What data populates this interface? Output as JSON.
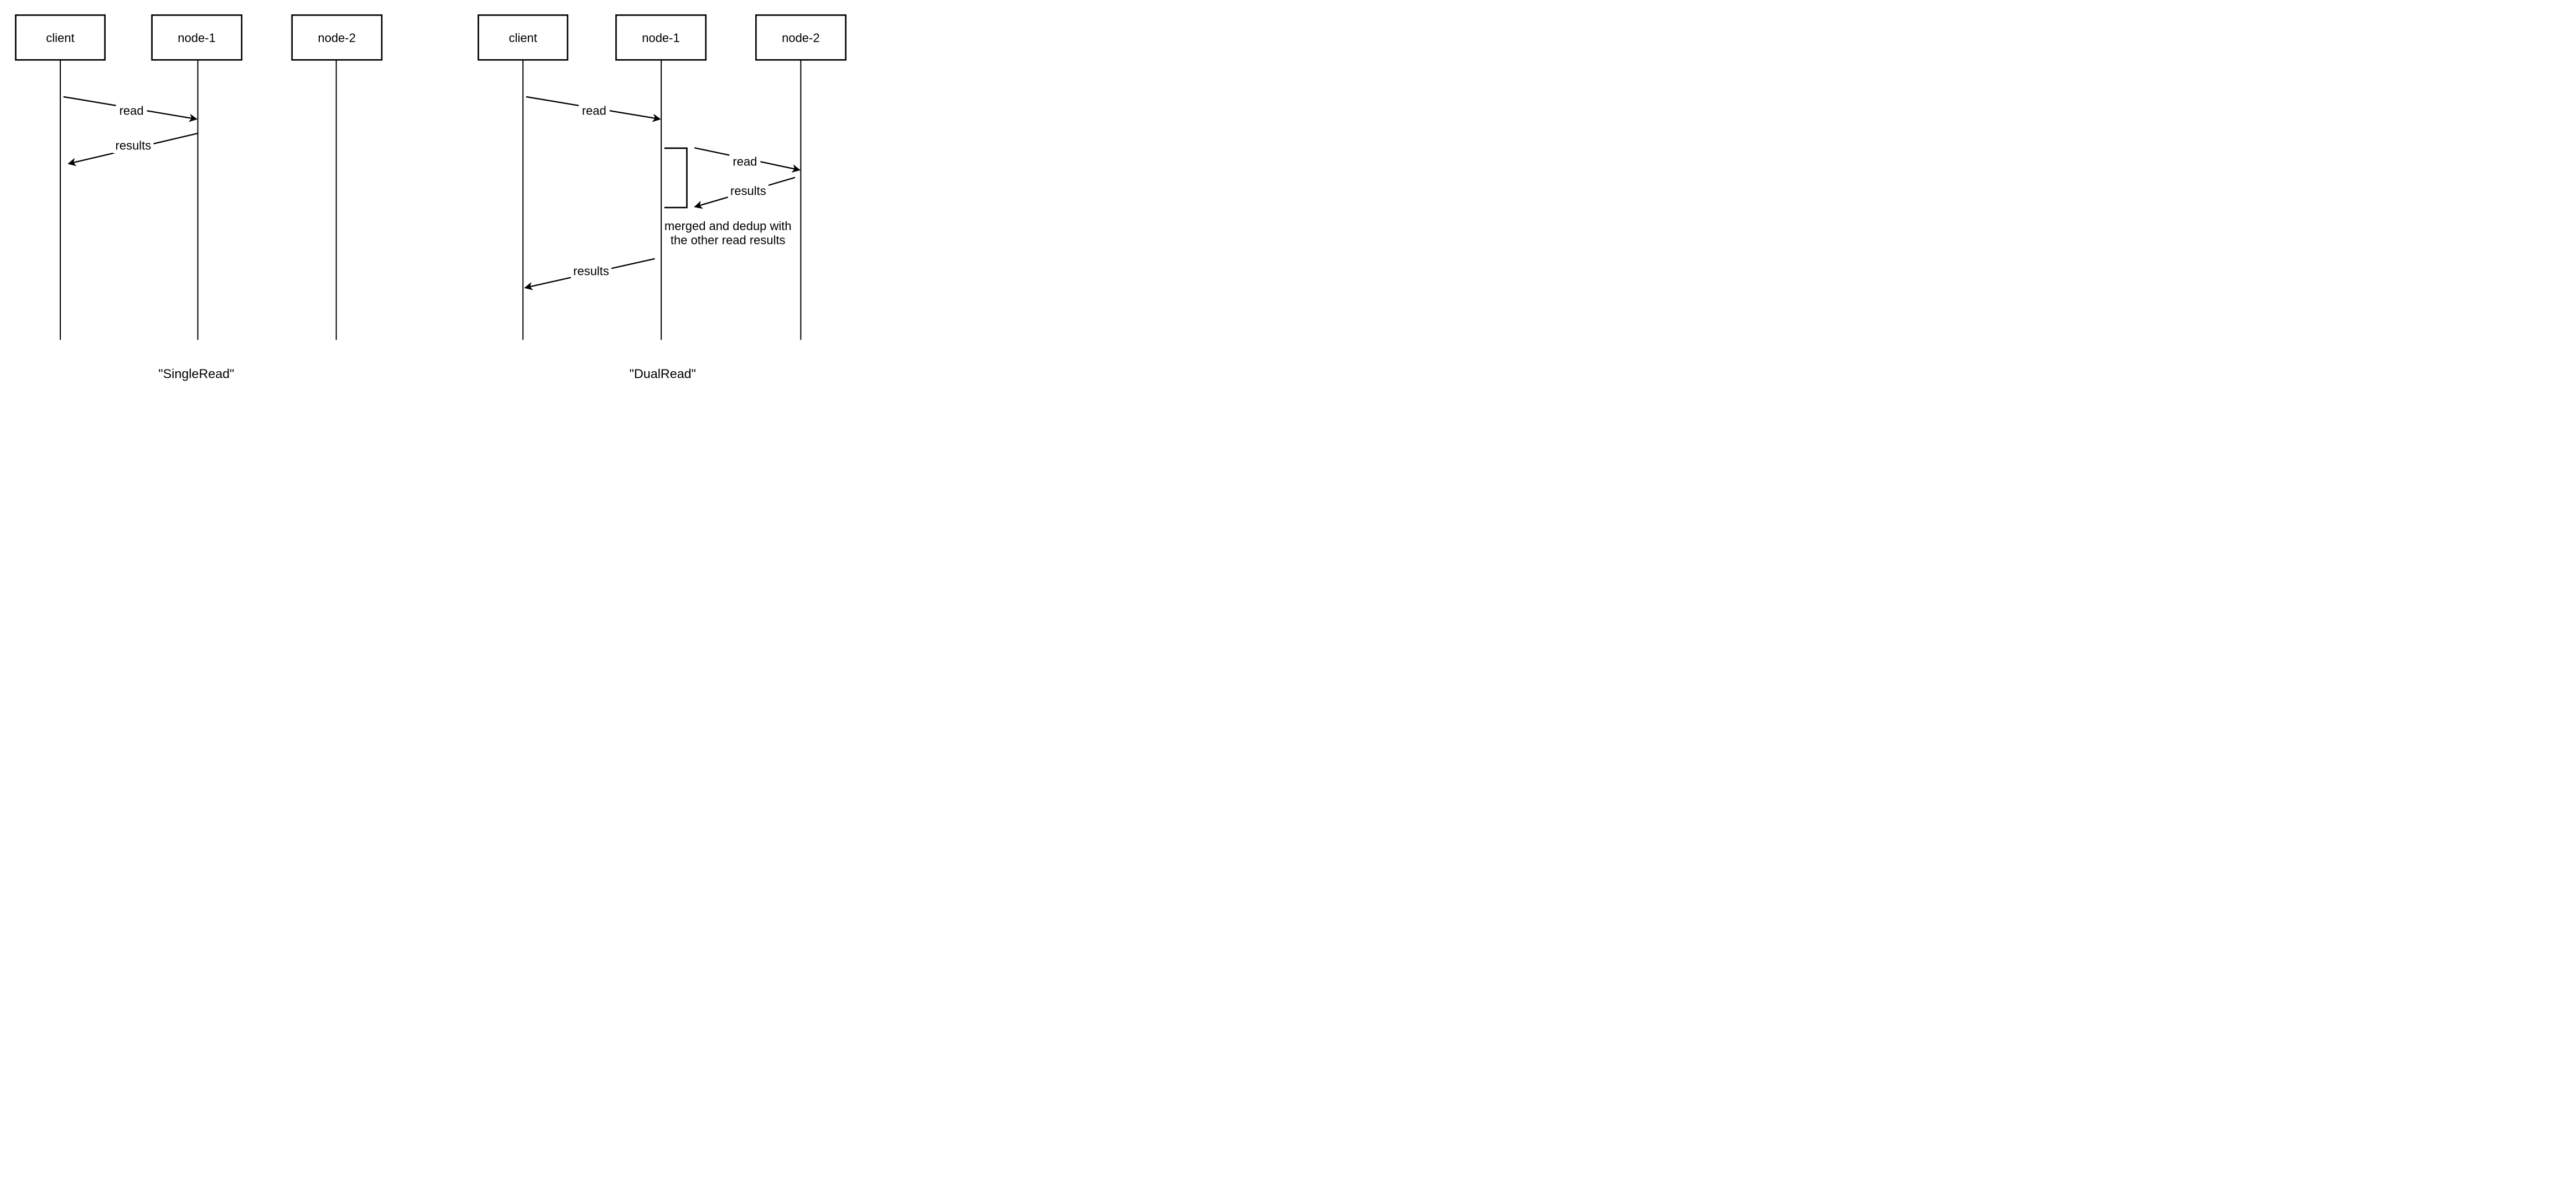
{
  "colors": {
    "line": "#000000",
    "background": "#ffffff"
  },
  "diagrams": [
    {
      "caption": "\"SingleRead\"",
      "actors": [
        {
          "label": "client"
        },
        {
          "label": "node-1"
        },
        {
          "label": "node-2"
        }
      ],
      "messages": [
        {
          "label": "read",
          "from": "client",
          "to": "node-1"
        },
        {
          "label": "results",
          "from": "node-1",
          "to": "client"
        }
      ]
    },
    {
      "caption": "\"DualRead\"",
      "actors": [
        {
          "label": "client"
        },
        {
          "label": "node-1"
        },
        {
          "label": "node-2"
        }
      ],
      "messages": [
        {
          "label": "read",
          "from": "client",
          "to": "node-1"
        },
        {
          "label": "read",
          "from": "node-1",
          "to": "node-2"
        },
        {
          "label": "results",
          "from": "node-2",
          "to": "node-1"
        },
        {
          "label": "results",
          "from": "node-1",
          "to": "client"
        }
      ],
      "note_lines": [
        "merged and dedup with",
        "the other read results"
      ]
    }
  ]
}
